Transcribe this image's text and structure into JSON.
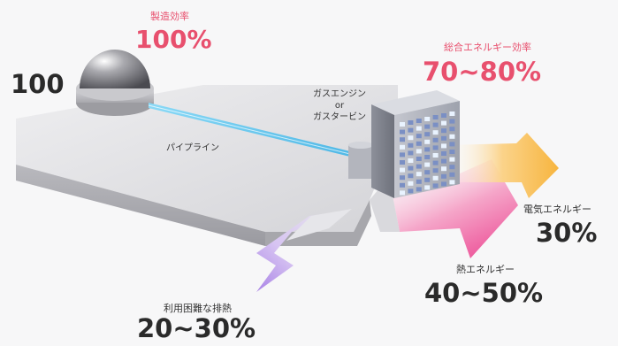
{
  "diagram": {
    "input": {
      "value": "100"
    },
    "production_efficiency": {
      "label": "製造効率",
      "value": "100%"
    },
    "pipeline": {
      "label": "パイプライン"
    },
    "engine": {
      "line1": "ガスエンジン",
      "line2": "or",
      "line3": "ガスタービン"
    },
    "total_efficiency": {
      "label": "総合エネルギー効率",
      "value": "70~80%"
    },
    "electric": {
      "label": "電気エネルギー",
      "value": "30%"
    },
    "heat": {
      "label": "熱エネルギー",
      "value": "40~50%"
    },
    "waste_heat": {
      "label": "利用困難な排熱",
      "value": "20~30%"
    }
  },
  "colors": {
    "pink": "#e8506e",
    "electric_arrow": "#f7b53f",
    "heat_arrow": "#f06fa8",
    "waste_arrow": "#b18ae6",
    "pipe": "#7fd3f4"
  }
}
